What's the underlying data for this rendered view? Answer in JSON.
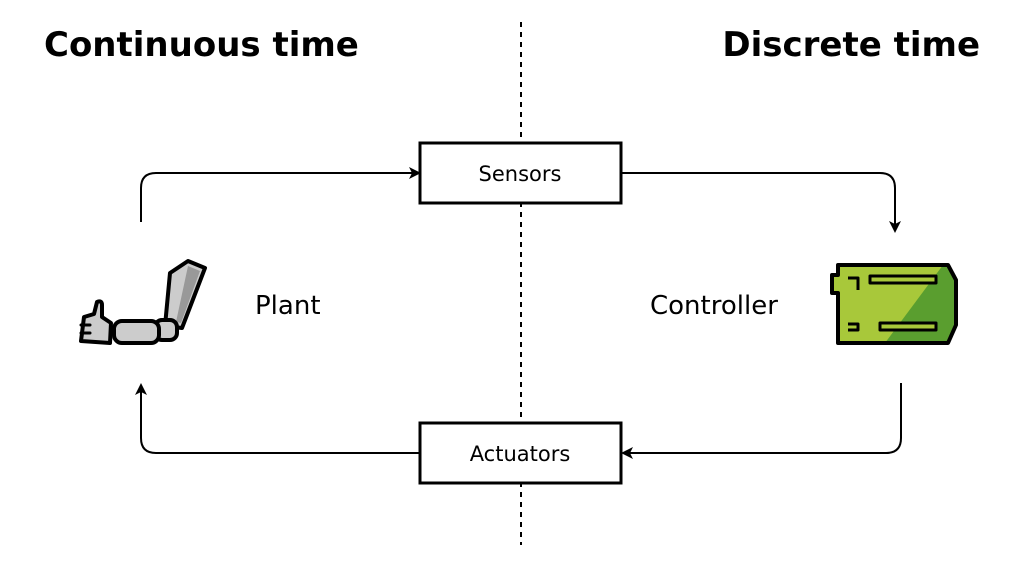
{
  "headings": {
    "left": "Continuous time",
    "right": "Discrete time"
  },
  "blocks": {
    "sensors": "Sensors",
    "actuators": "Actuators"
  },
  "labels": {
    "plant": "Plant",
    "controller": "Controller"
  },
  "icons": {
    "plant": "robot-arm-icon",
    "controller": "circuit-board-icon"
  },
  "colors": {
    "stroke": "#000000",
    "arm_fill": "#cccccc",
    "arm_shade": "#999999",
    "board_light": "#a8c83a",
    "board_dark": "#5a9e2f"
  }
}
